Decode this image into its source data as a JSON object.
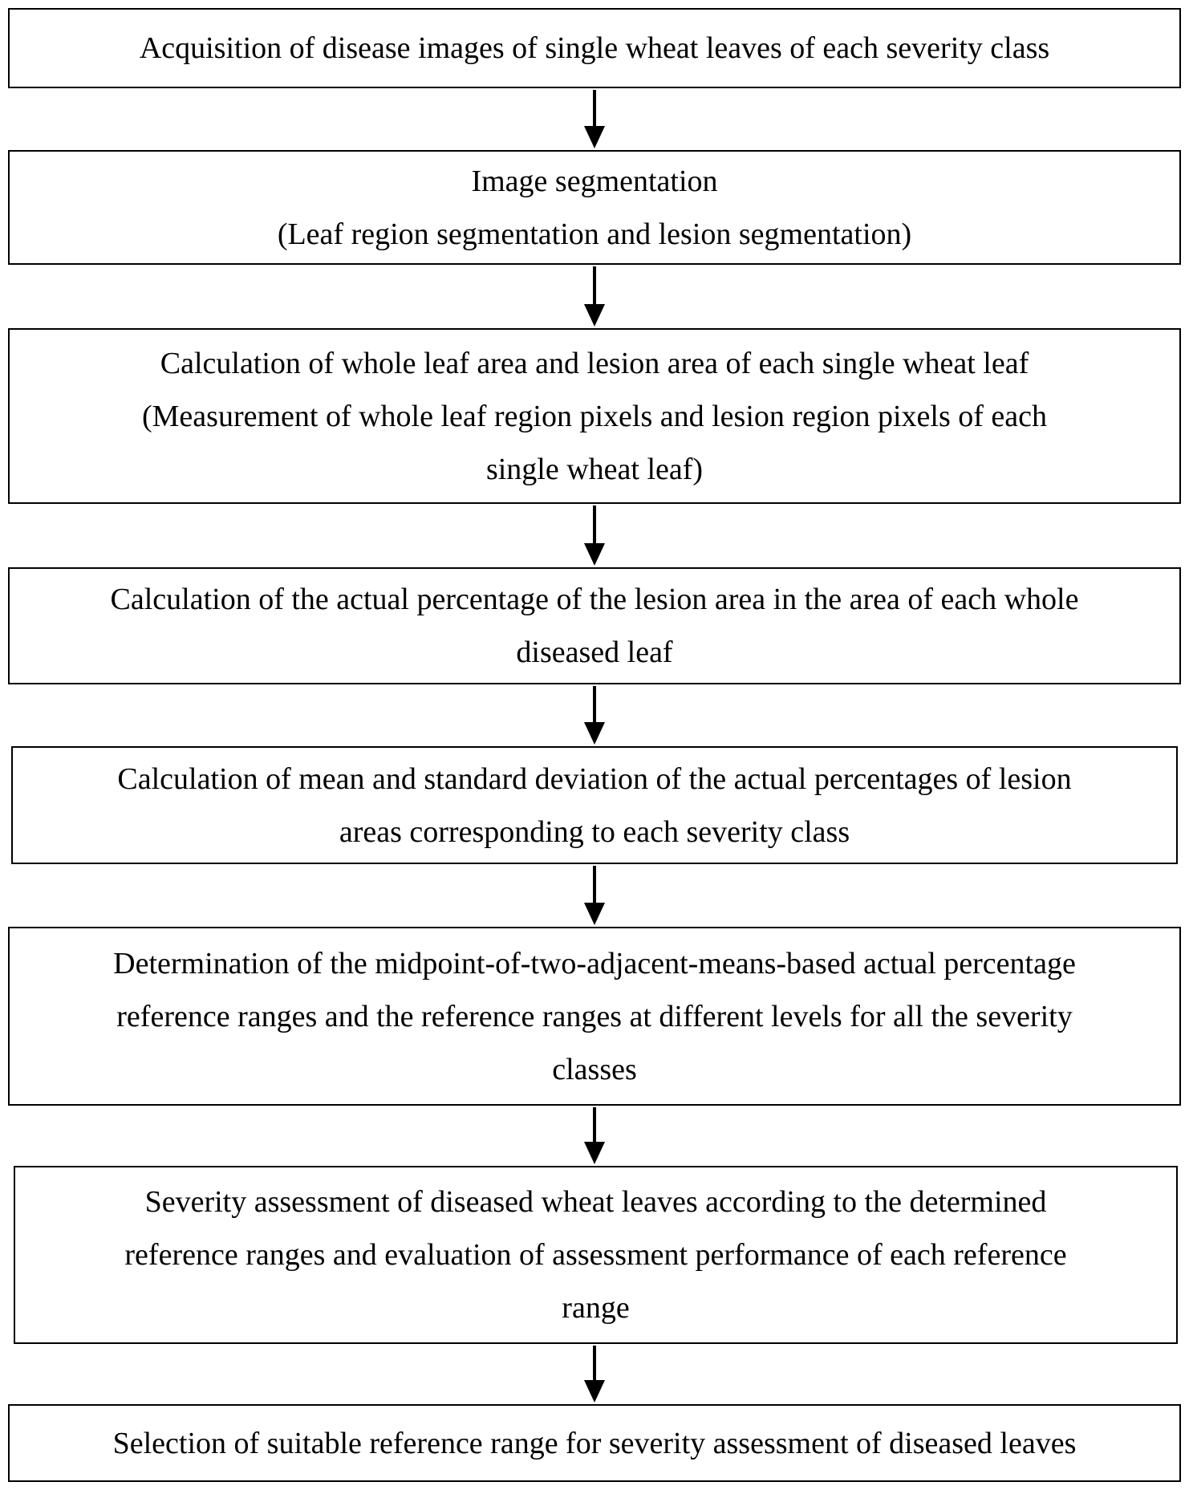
{
  "steps": [
    {
      "lines": [
        "Acquisition of disease images of single wheat leaves of each severity class"
      ]
    },
    {
      "lines": [
        "Image segmentation",
        "(Leaf region segmentation and lesion segmentation)"
      ]
    },
    {
      "lines": [
        "Calculation of whole leaf area and lesion area of each single wheat leaf",
        "(Measurement of whole leaf region pixels and lesion region pixels of each",
        "single wheat leaf)"
      ]
    },
    {
      "lines": [
        "Calculation of the actual percentage of the lesion area in the area of each whole",
        "diseased leaf"
      ]
    },
    {
      "lines": [
        "Calculation of mean and standard deviation of the actual percentages of lesion",
        "areas corresponding to each severity class"
      ]
    },
    {
      "lines": [
        "Determination of the midpoint-of-two-adjacent-means-based actual percentage",
        "reference ranges and the reference ranges at different levels for all the severity",
        "classes"
      ]
    },
    {
      "lines": [
        "Severity assessment of diseased wheat leaves according to the determined",
        "reference ranges and evaluation of assessment performance of each reference",
        "range"
      ]
    },
    {
      "lines": [
        "Selection of suitable reference range for severity assessment of diseased leaves"
      ]
    }
  ]
}
